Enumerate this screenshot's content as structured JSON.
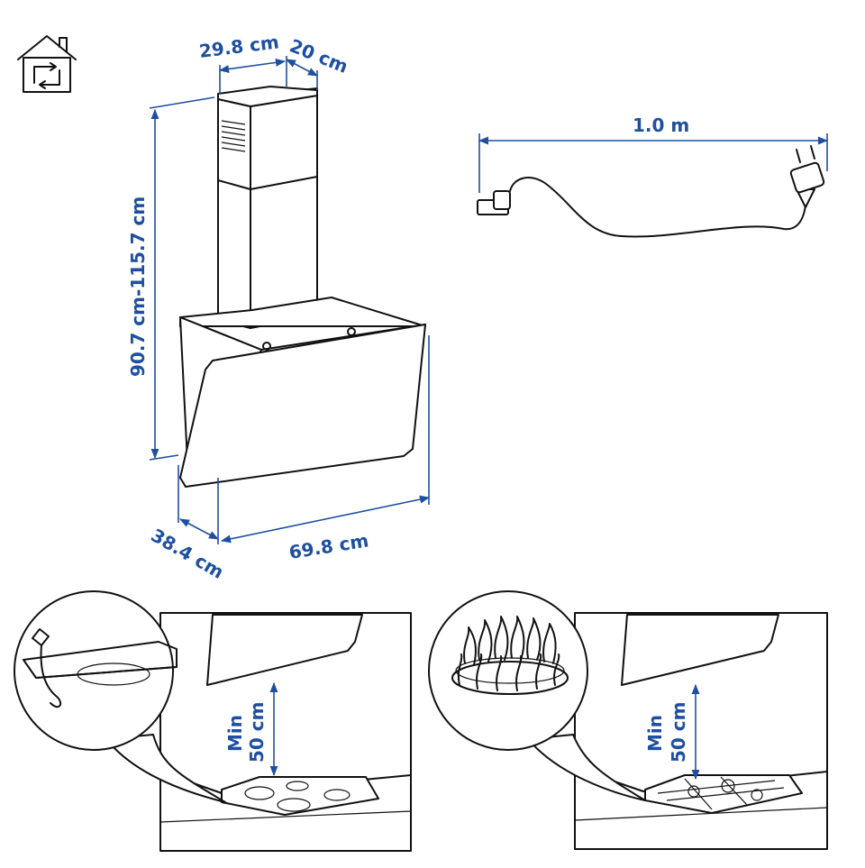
{
  "labels": {
    "width_top": "29.8 cm",
    "depth_top": "20 cm",
    "height": "90.7 cm-115.7 cm",
    "depth_bottom": "38.4 cm",
    "width_bottom": "69.8 cm",
    "cable_length": "1.0 m",
    "min_left_line1": "Min",
    "min_left_line2": "50 cm",
    "min_right_line1": "Min",
    "min_right_line2": "50 cm"
  },
  "icons": {
    "house": "house-recirculation-icon",
    "cable": "power-cable-icon",
    "induction": "induction-hob-icon",
    "gas": "gas-flame-icon"
  },
  "colors": {
    "dimension": "#1f4fa0",
    "ink": "#111111"
  }
}
